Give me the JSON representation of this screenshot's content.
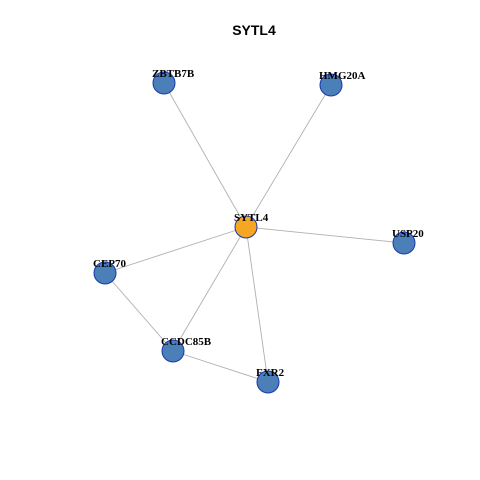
{
  "title": "SYTL4",
  "colors": {
    "center_fill": "#f5a623",
    "neighbor_fill": "#4a7fb8",
    "node_stroke": "#1a36b0",
    "edge": "#b0b0b0"
  },
  "nodes": [
    {
      "id": "SYTL4",
      "label": "SYTL4",
      "role": "center"
    },
    {
      "id": "ZBTB7B",
      "label": "ZBTB7B",
      "role": "neighbor"
    },
    {
      "id": "HMG20A",
      "label": "HMG20A",
      "role": "neighbor"
    },
    {
      "id": "USP20",
      "label": "USP20",
      "role": "neighbor"
    },
    {
      "id": "CEP70",
      "label": "CEP70",
      "role": "neighbor"
    },
    {
      "id": "CCDC85B",
      "label": "CCDC85B",
      "role": "neighbor"
    },
    {
      "id": "FXR2",
      "label": "FXR2",
      "role": "neighbor"
    }
  ],
  "edges": [
    {
      "source": "SYTL4",
      "target": "ZBTB7B"
    },
    {
      "source": "SYTL4",
      "target": "HMG20A"
    },
    {
      "source": "SYTL4",
      "target": "USP20"
    },
    {
      "source": "SYTL4",
      "target": "CEP70"
    },
    {
      "source": "SYTL4",
      "target": "CCDC85B"
    },
    {
      "source": "SYTL4",
      "target": "FXR2"
    },
    {
      "source": "CEP70",
      "target": "CCDC85B"
    },
    {
      "source": "CCDC85B",
      "target": "FXR2"
    }
  ]
}
